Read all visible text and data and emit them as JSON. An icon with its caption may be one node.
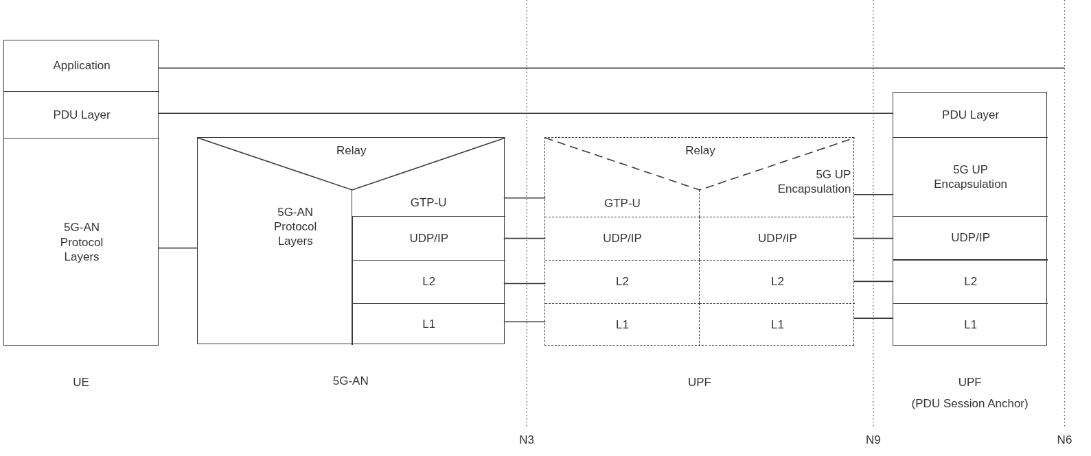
{
  "diagram": {
    "nodes": [
      {
        "text": [
          "UE"
        ]
      },
      {
        "text": [
          "Application"
        ],
        "in": 0
      },
      {
        "text": [
          "PDU Layer"
        ],
        "in": 0
      },
      {
        "text": [
          "5G-AN Protocol Layers"
        ],
        "in": 0
      },
      {
        "text": [
          "5G-AN"
        ]
      },
      {
        "text": [
          "Relay"
        ],
        "in": 4
      },
      {
        "text": [
          "5G-AN Protocol Layers"
        ],
        "in": 4
      },
      {
        "text": [
          "GTP-U"
        ],
        "in": 4
      },
      {
        "text": [
          "UDP/IP"
        ],
        "in": 4
      },
      {
        "text": [
          "L2"
        ],
        "in": 4
      },
      {
        "text": [
          "L1"
        ],
        "in": 4
      },
      {
        "text": [
          "UPF"
        ]
      },
      {
        "text": [
          "Relay"
        ],
        "in": 11
      },
      {
        "text": [
          "GTP-U"
        ],
        "in": 11
      },
      {
        "text": [
          "5G UP Encapsulation"
        ],
        "in": 11
      },
      {
        "text": [
          "UDP/IP"
        ],
        "in": 11
      },
      {
        "text": [
          "UDP/IP"
        ],
        "in": 11
      },
      {
        "text": [
          "L2"
        ],
        "in": 11
      },
      {
        "text": [
          "L2"
        ],
        "in": 11
      },
      {
        "text": [
          "L1"
        ],
        "in": 11
      },
      {
        "text": [
          "L1"
        ],
        "in": 11
      },
      {
        "text": [
          "UPF",
          "(PDU Session Anchor)"
        ]
      },
      {
        "text": [
          "PDU Layer"
        ],
        "in": 21
      },
      {
        "text": [
          "5G UP Encapsulation"
        ],
        "in": 21
      },
      {
        "text": [
          "UDP/IP"
        ],
        "in": 21
      },
      {
        "text": [
          "L2"
        ],
        "in": 21
      },
      {
        "text": [
          "L1"
        ],
        "in": 21
      }
    ],
    "edges": [
      {
        "from": 1,
        "to": null,
        "arrow": "none"
      },
      {
        "from": 2,
        "to": 22,
        "arrow": "none"
      },
      {
        "from": 3,
        "to": 6,
        "arrow": "none"
      },
      {
        "from": 7,
        "to": 13,
        "arrow": "none"
      },
      {
        "from": 8,
        "to": 15,
        "arrow": "none"
      },
      {
        "from": 9,
        "to": 17,
        "arrow": "none"
      },
      {
        "from": 10,
        "to": 19,
        "arrow": "none"
      },
      {
        "from": 14,
        "to": 23,
        "arrow": "none"
      },
      {
        "from": 16,
        "to": 24,
        "arrow": "none"
      },
      {
        "from": 18,
        "to": 25,
        "arrow": "none"
      },
      {
        "from": 20,
        "to": 26,
        "arrow": "none"
      }
    ],
    "labels": [
      "N3",
      "N9",
      "N6"
    ]
  }
}
